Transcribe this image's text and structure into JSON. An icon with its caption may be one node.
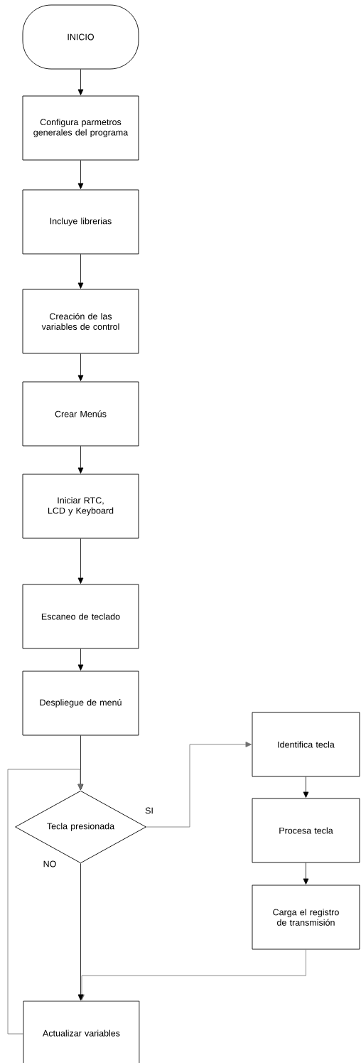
{
  "diagram": {
    "nodes": [
      {
        "text": [
          "INICIO"
        ]
      },
      {
        "text": [
          "Configura parmetros generales del programa"
        ]
      },
      {
        "text": [
          "Incluye librerias"
        ]
      },
      {
        "text": [
          "Creación de las variables de control"
        ]
      },
      {
        "text": [
          "Crear Menús"
        ]
      },
      {
        "text": [
          "Iniciar RTC, LCD y Keyboard"
        ]
      },
      {
        "text": [
          "Escaneo de teclado"
        ]
      },
      {
        "text": [
          "Despliegue de menú"
        ]
      },
      {
        "text": [
          "Tecla presionada"
        ]
      },
      {
        "text": [
          "Identifica tecla"
        ]
      },
      {
        "text": [
          "Procesa tecla"
        ]
      },
      {
        "text": [
          "Carga el registro de transmisión"
        ]
      },
      {
        "text": [
          "Actualizar variables"
        ]
      }
    ],
    "edges": [
      {
        "from": 0,
        "to": 1,
        "arrow": "to"
      },
      {
        "from": 1,
        "to": 2,
        "arrow": "to"
      },
      {
        "from": 2,
        "to": 3,
        "arrow": "to"
      },
      {
        "from": 3,
        "to": 4,
        "arrow": "to"
      },
      {
        "from": 4,
        "to": 5,
        "arrow": "to"
      },
      {
        "from": 5,
        "to": 6,
        "arrow": "to"
      },
      {
        "from": 6,
        "to": 7,
        "arrow": "to"
      },
      {
        "from": 7,
        "to": 8,
        "arrow": "to"
      },
      {
        "from": 8,
        "to": 9,
        "arrow": "to",
        "label": "SI",
        "color": "#707070"
      },
      {
        "from": 9,
        "to": 10,
        "arrow": "to"
      },
      {
        "from": 10,
        "to": 11,
        "arrow": "to"
      },
      {
        "from": 11,
        "to": 12,
        "arrow": "to",
        "color": "#707070"
      },
      {
        "from": 8,
        "to": 12,
        "arrow": "to",
        "label": "NO"
      },
      {
        "from": 12,
        "to": 8,
        "arrow": "to",
        "color": "#707070"
      }
    ]
  }
}
